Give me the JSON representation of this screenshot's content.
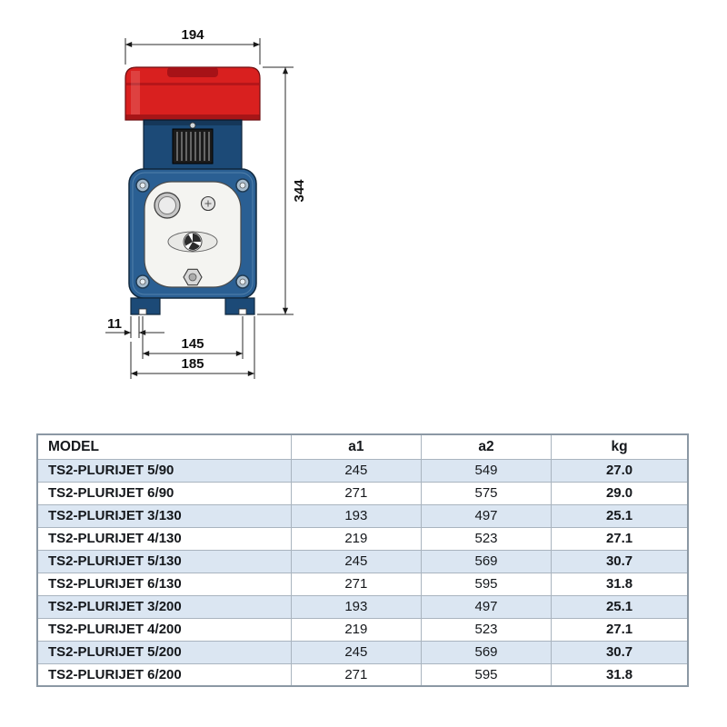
{
  "colors": {
    "red": "#d9201f",
    "red_dark": "#9e1116",
    "blue_body": "#2a5f93",
    "blue_motor": "#1c4a77",
    "grille": "#1b1b1b",
    "row_shade": "#dbe6f2",
    "table_border": "#a9b4bf"
  },
  "drawing": {
    "dims": {
      "top_width": "194",
      "overall_height": "344",
      "foot_offset": "11",
      "foot_spacing": "145",
      "base_width": "185"
    }
  },
  "table": {
    "headers": [
      "MODEL",
      "a1",
      "a2",
      "kg"
    ],
    "rows": [
      {
        "model": "TS2-PLURIJET 5/90",
        "a1": "245",
        "a2": "549",
        "kg": "27.0"
      },
      {
        "model": "TS2-PLURIJET 6/90",
        "a1": "271",
        "a2": "575",
        "kg": "29.0"
      },
      {
        "model": "TS2-PLURIJET 3/130",
        "a1": "193",
        "a2": "497",
        "kg": "25.1"
      },
      {
        "model": "TS2-PLURIJET 4/130",
        "a1": "219",
        "a2": "523",
        "kg": "27.1"
      },
      {
        "model": "TS2-PLURIJET 5/130",
        "a1": "245",
        "a2": "569",
        "kg": "30.7"
      },
      {
        "model": "TS2-PLURIJET 6/130",
        "a1": "271",
        "a2": "595",
        "kg": "31.8"
      },
      {
        "model": "TS2-PLURIJET 3/200",
        "a1": "193",
        "a2": "497",
        "kg": "25.1"
      },
      {
        "model": "TS2-PLURIJET 4/200",
        "a1": "219",
        "a2": "523",
        "kg": "27.1"
      },
      {
        "model": "TS2-PLURIJET 5/200",
        "a1": "245",
        "a2": "569",
        "kg": "30.7"
      },
      {
        "model": "TS2-PLURIJET 6/200",
        "a1": "271",
        "a2": "595",
        "kg": "31.8"
      }
    ]
  }
}
